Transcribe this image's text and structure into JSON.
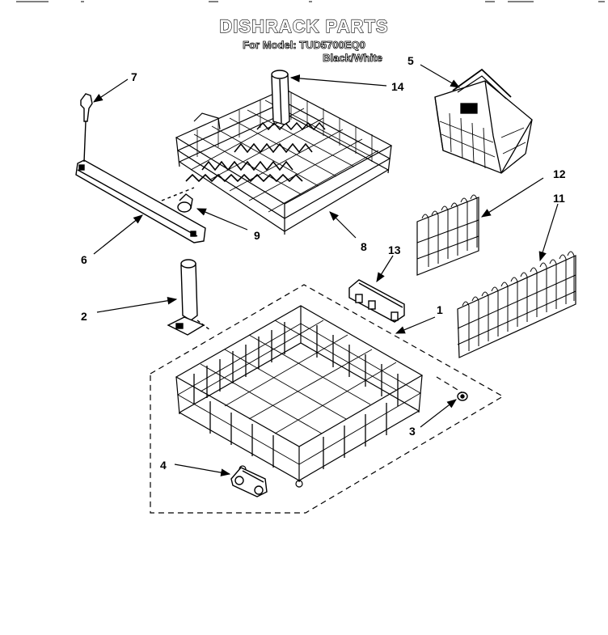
{
  "header": {
    "title": "DISHRACK PARTS",
    "model_line": "For Model: TUD5700EQ0",
    "color_line": "Black/White"
  },
  "callouts": {
    "p1": "1",
    "p2": "2",
    "p3": "3",
    "p4": "4",
    "p5": "5",
    "p6": "6",
    "p7": "7",
    "p8": "8",
    "p9": "9",
    "p11": "11",
    "p12": "12",
    "p13": "13",
    "p14": "14"
  }
}
